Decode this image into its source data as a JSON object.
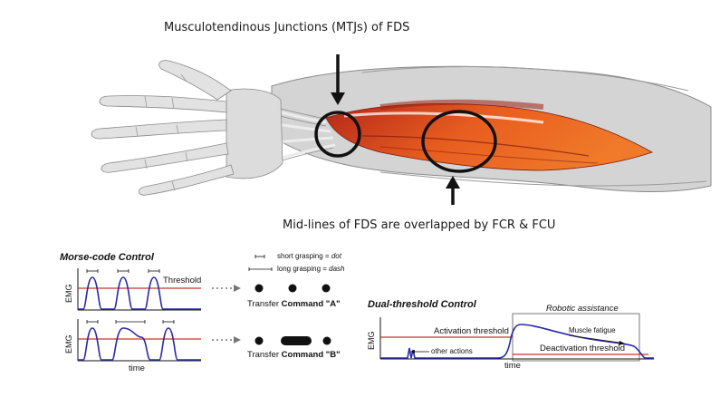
{
  "anatomy": {
    "top_caption": "Musculotendinous Junctions (MTJs) of FDS",
    "bottom_caption": "Mid-lines of FDS are overlapped by FCR & FCU"
  },
  "morse": {
    "title": "Morse-code Control",
    "threshold_label": "Threshold",
    "ylabel": "EMG",
    "xlabel": "time",
    "legend_short_prefix": "short grasping = ",
    "legend_short_word": "dot",
    "legend_long_prefix": "long grasping = ",
    "legend_long_word": "dash",
    "transfer_label": "Transfer",
    "command_label": "Command",
    "command_a": "\"A\"",
    "command_b": "\"B\""
  },
  "dual": {
    "title": "Dual-threshold Control",
    "robotic_assistance": "Robotic assistance",
    "activation_threshold": "Activation threshold",
    "deactivation_threshold": "Deactivation threshold",
    "muscle_fatigue": "Muscle fatigue",
    "other_actions": "other actions",
    "ylabel": "EMG",
    "xlabel": "time"
  },
  "colors": {
    "muscle": "#e2581c",
    "muscle_dark": "#9e1f12",
    "emg_signal": "#2a2aa8",
    "threshold": "#c0392b"
  }
}
